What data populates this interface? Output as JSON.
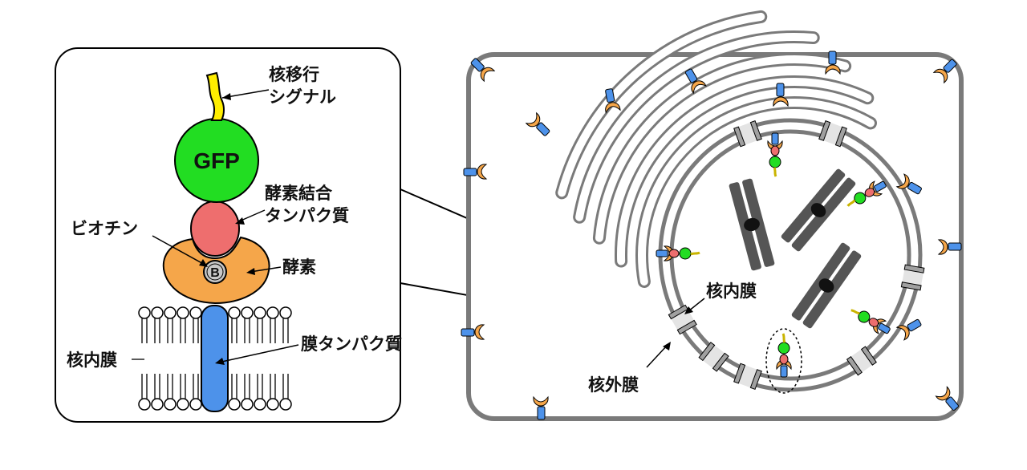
{
  "left_panel": {
    "nls_label_line1": "核移行",
    "nls_label_line2": "シグナル",
    "gfp_label": "GFP",
    "enzyme_binding_protein_line1": "酵素結合",
    "enzyme_binding_protein_line2": "タンパク質",
    "biotin_label": "ビオチン",
    "biotin_symbol": "B",
    "enzyme_label": "酵素",
    "membrane_protein_label": "膜タンパク質",
    "inner_membrane_label": "核内膜"
  },
  "right_panel": {
    "inner_membrane_label": "核内膜",
    "outer_membrane_label": "核外膜"
  },
  "colors": {
    "nls": "#ffee00",
    "gfp": "#22dd22",
    "enzyme_binding_protein": "#ee6e6e",
    "enzyme": "#f5a64a",
    "biotin": "#c8c8c8",
    "membrane_protein": "#4d92ea",
    "cell_outline": "#7a7a7a",
    "membrane_fill": "#ffffff",
    "chromosome": "#555555",
    "nuclear_pore": "#a0a0a0"
  }
}
